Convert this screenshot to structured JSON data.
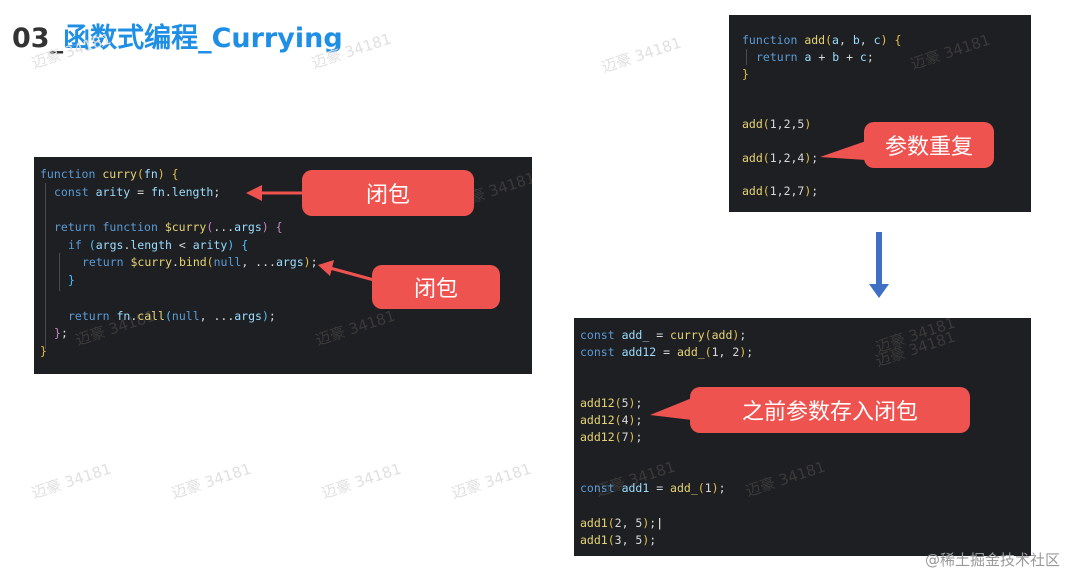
{
  "title": {
    "number": "03_",
    "text": "函数式编程_Currying"
  },
  "labels": {
    "closure_1": "闭包",
    "closure_2": "闭包",
    "repeat_params": "参数重复",
    "store_in_closure": "之前参数存入闭包"
  },
  "watermark": "迈豪 34181",
  "footer": "@稀土掘金技术社区",
  "colors": {
    "accent_red": "#ef5350",
    "title_blue": "#1f8fe5",
    "code_bg": "#1e1f22",
    "arrow_blue": "#3f6fc4"
  }
}
